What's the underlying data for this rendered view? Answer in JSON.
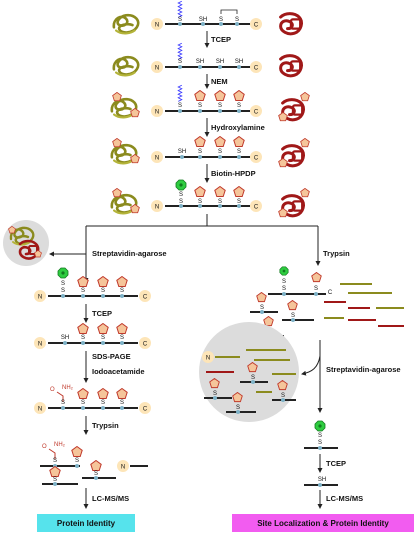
{
  "steps": {
    "tcep": "TCEP",
    "nem": "NEM",
    "hydroxylamine": "Hydroxylamine",
    "biotin_hpdp": "Biotin-HPDP",
    "streptavidin_left": "Streptavidin-agarose",
    "trypsin_right": "Trypsin",
    "tcep_left": "TCEP",
    "sds_page": "SDS-PAGE",
    "iodoacetamide": "Iodoacetamide",
    "trypsin_left": "Trypsin",
    "lcms_left": "LC-MS/MS",
    "streptavidin_right": "Streptavidin-agarose",
    "tcep_right": "TCEP",
    "lcms_right": "LC-MS/MS"
  },
  "termini": {
    "n": "N",
    "c": "C"
  },
  "chem": {
    "s": "S",
    "sh": "SH",
    "nh2": "NH₂",
    "o": "O"
  },
  "results": {
    "left": "Protein Identity",
    "right": "Site Localization & Protein Identity"
  },
  "colors": {
    "nem_pentagon": "#f5c59a",
    "nem_stroke": "#c0392b",
    "biotin_green": "#2ecc40",
    "fatty_acyl": "#3a3aff",
    "olive_protein": "#8b8b1e",
    "red_protein": "#a01818",
    "terminus_circle": "#fde5b8",
    "result_left_bg": "#56e3ec",
    "result_right_bg": "#f25cf0"
  }
}
